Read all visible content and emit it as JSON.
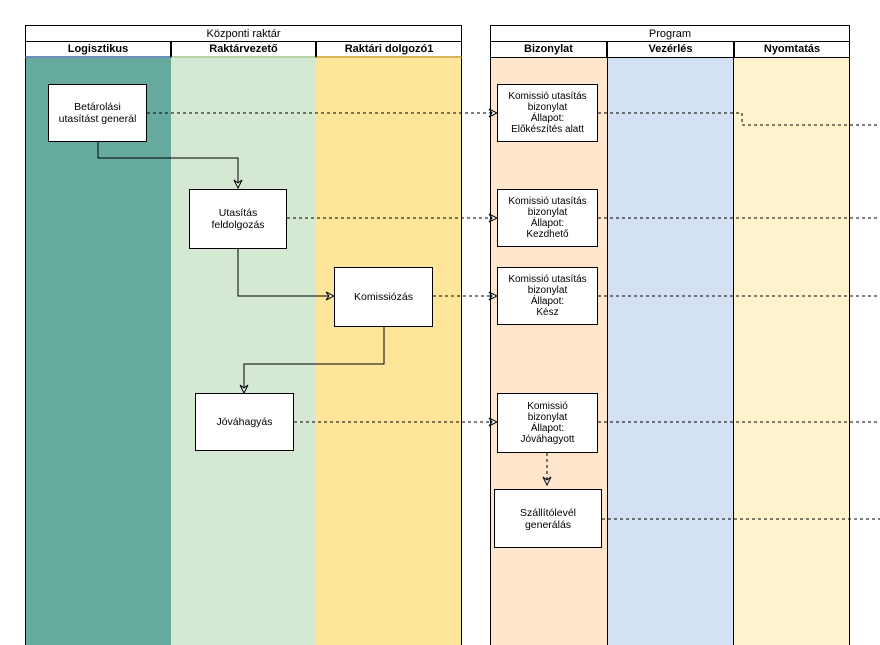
{
  "pools": {
    "left": {
      "title": "Központi raktár",
      "lanes": [
        "Logisztikus",
        "Raktárvezető",
        "Raktári dolgozó1"
      ]
    },
    "right": {
      "title": "Program",
      "lanes": [
        "Bizonylat",
        "Vezérlés",
        "Nyomtatás"
      ]
    }
  },
  "colors": {
    "logisztikus": "#67ab9f",
    "raktarvezeto": "#d5e8d4",
    "raktari_dolgozo": "#ffe599",
    "bizonylat": "#ffe6cc",
    "vezerles": "#d4e1f5",
    "nyomtatas": "#fff2cc"
  },
  "tasks": {
    "betarolasi": "Betárolási\nutasítást generál",
    "utasitas": "Utasítás\nfeldolgozás",
    "komissiozas": "Komissiózás",
    "jovahagyas": "Jóváhagyás",
    "szallitolevel": "Szállítólevél\ngenerálás"
  },
  "documents": {
    "doc1": "Komissió utasítás\nbizonylat\nÁllapot:\nElőkészítés alatt",
    "doc2": "Komissió utasítás\nbizonylat\nÁllapot:\nKezdhető",
    "doc3": "Komissió utasítás\nbizonylat\nÁllapot:\nKész",
    "doc4": "Komissió\nbizonylat\nÁllapot:\nJóváhagyott"
  }
}
